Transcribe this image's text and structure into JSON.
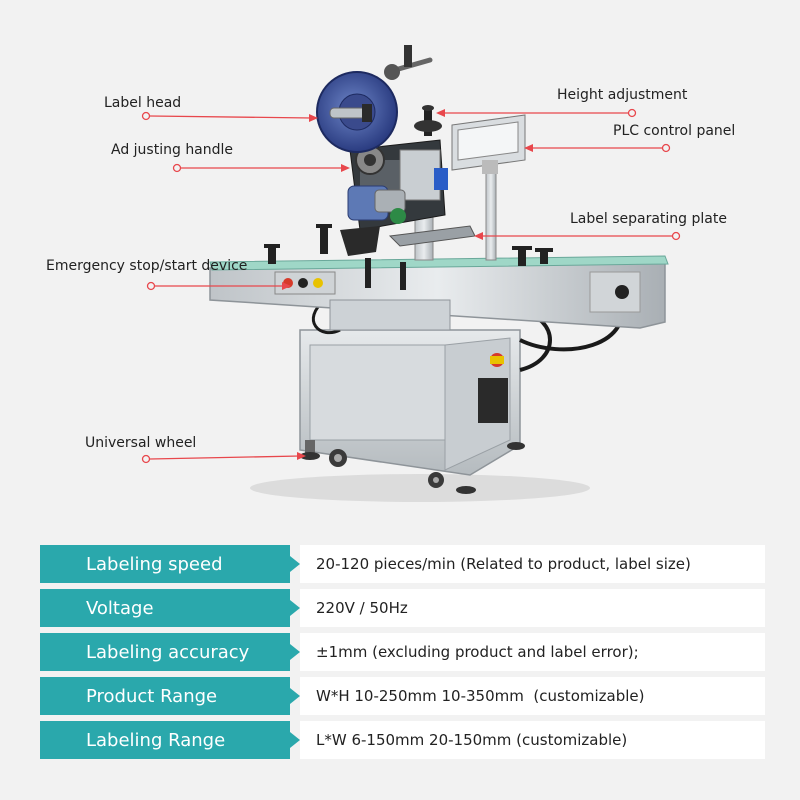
{
  "callouts": {
    "label_head": "Label head",
    "adjusting_handle": "Ad justing handle",
    "emergency_stop": "Emergency stop/start device",
    "universal_wheel": "Universal wheel",
    "height_adjustment": "Height adjustment",
    "plc_panel": "PLC control panel",
    "separating_plate": "Label separating plate"
  },
  "colors": {
    "accent": "#2aa8ac",
    "callout_line": "#e8474c",
    "background": "#f2f2f2"
  },
  "specs": [
    {
      "label": "Labeling speed",
      "value": "20-120 pieces/min (Related to product, label size)"
    },
    {
      "label": "Voltage",
      "value": "220V / 50Hz"
    },
    {
      "label": "Labeling accuracy",
      "value": "±1mm (excluding product and label error);"
    },
    {
      "label": "Product Range",
      "value": "W*H 10-250mm 10-350mm  (customizable)"
    },
    {
      "label": "Labeling Range",
      "value": "L*W 6-150mm 20-150mm (customizable)"
    }
  ]
}
